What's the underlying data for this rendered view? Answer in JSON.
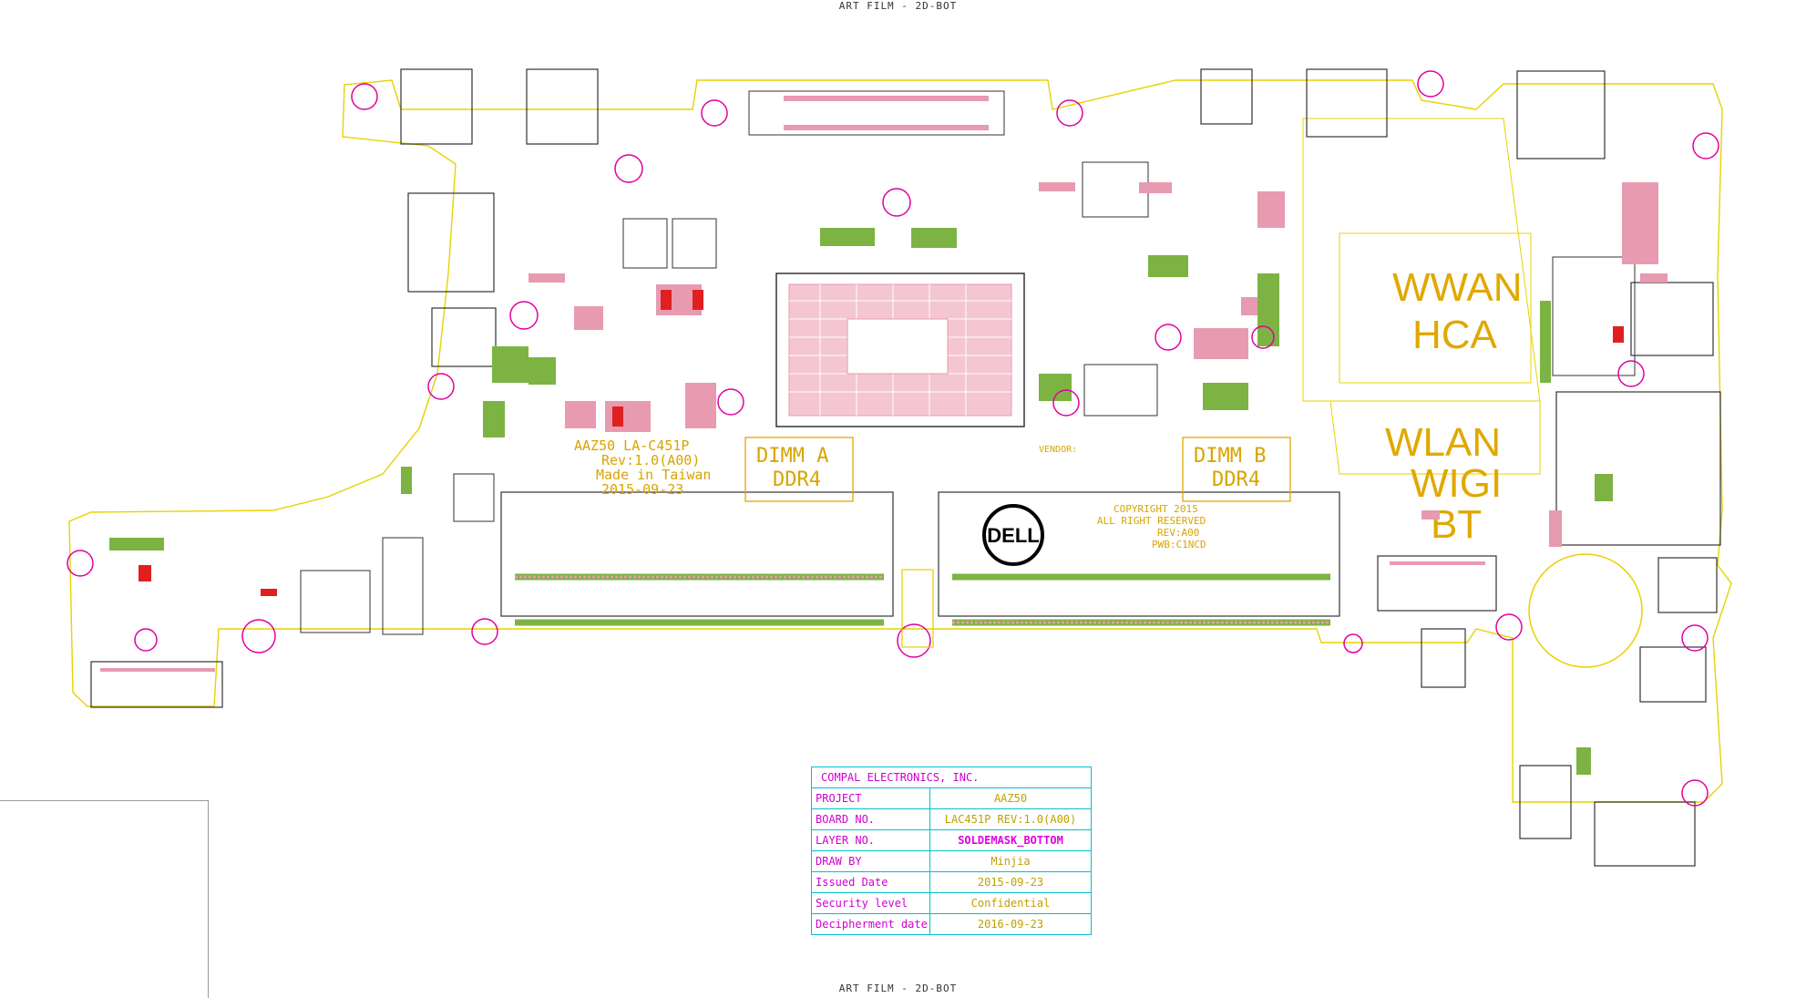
{
  "header_top": "ART FILM - 2D-BOT",
  "header_bottom": "ART FILM - 2D-BOT",
  "board_label": {
    "line1": "AAZ50 LA-C451P",
    "line2": "Rev:1.0(A00)",
    "line3": "Made in Taiwan",
    "line4": "2015-09-23"
  },
  "dimm_a": {
    "line1": "DIMM A",
    "line2": "DDR4"
  },
  "dimm_b": {
    "line1": "DIMM B",
    "line2": "DDR4"
  },
  "copyright": {
    "line1": "COPYRIGHT 2015",
    "line2": "ALL RIGHT RESERVED",
    "line3": "REV:A00",
    "line4": "PWB:C1NCD"
  },
  "vendor_label": "VENDOR:",
  "wwan_label": {
    "line1": "WWAN",
    "line2": "HCA"
  },
  "wlan_label": {
    "line1": "WLAN",
    "line2": "WIGI",
    "line3": "BT"
  },
  "logo_text": "DELL",
  "title_block": {
    "company": "COMPAL ELECTRONICS, INC.",
    "rows": [
      {
        "key": "PROJECT",
        "value": "AAZ50"
      },
      {
        "key": "BOARD NO.",
        "value": "LAC451P REV:1.0(A00)"
      },
      {
        "key": "LAYER NO.",
        "value": "SOLDEMASK_BOTTOM"
      },
      {
        "key": "DRAW BY",
        "value": "Minjia"
      },
      {
        "key": "Issued Date",
        "value": "2015-09-23"
      },
      {
        "key": "Security level",
        "value": "Confidential"
      },
      {
        "key": "Decipherment date",
        "value": "2016-09-23"
      }
    ]
  },
  "colors": {
    "outline": "#e8d200",
    "pad_pink": "#e89ab0",
    "pad_green": "#7cb342",
    "mount_hole": "#e000a0",
    "title_border": "#00c0d0",
    "text_yellow": "#e0a800"
  }
}
